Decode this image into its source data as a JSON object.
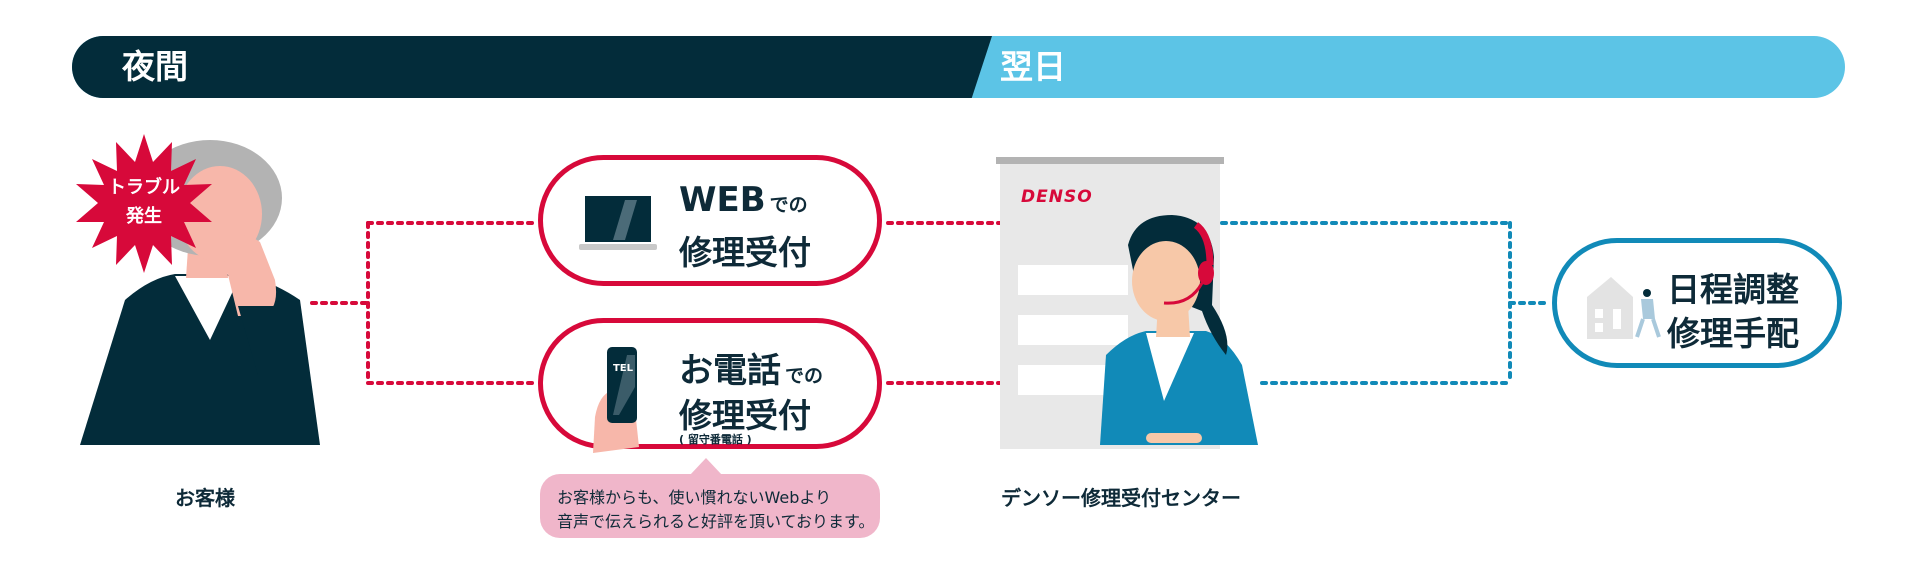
{
  "band": {
    "night_label": "夜間",
    "day_label": "翌日",
    "colors": {
      "night": "#032c3a",
      "day": "#5cc4e6"
    }
  },
  "customer": {
    "burst_line1": "トラブル",
    "burst_line2": "発生",
    "caption": "お客様"
  },
  "web_pill": {
    "title_main": "WEB",
    "title_suffix": "での",
    "subtitle": "修理受付",
    "icon": "laptop-icon"
  },
  "phone_pill": {
    "title_main": "お電話",
    "title_suffix": "での",
    "subtitle": "修理受付",
    "note": "( 留守番電話 )",
    "tel_label": "TEL",
    "icon": "smartphone-icon"
  },
  "bubble": {
    "line1": "お客様からも、使い慣れないWebより",
    "line2": "音声で伝えられると好評を頂いております。"
  },
  "center": {
    "logo": "DENSO",
    "caption": "デンソー修理受付センター"
  },
  "result_pill": {
    "line1": "日程調整",
    "line2": "修理手配",
    "icon": "house-technician-icon"
  },
  "colors": {
    "accent_red": "#d7093a",
    "accent_blue": "#118ab8",
    "navy": "#032c3a",
    "bubble_pink": "#f0b6ca"
  }
}
